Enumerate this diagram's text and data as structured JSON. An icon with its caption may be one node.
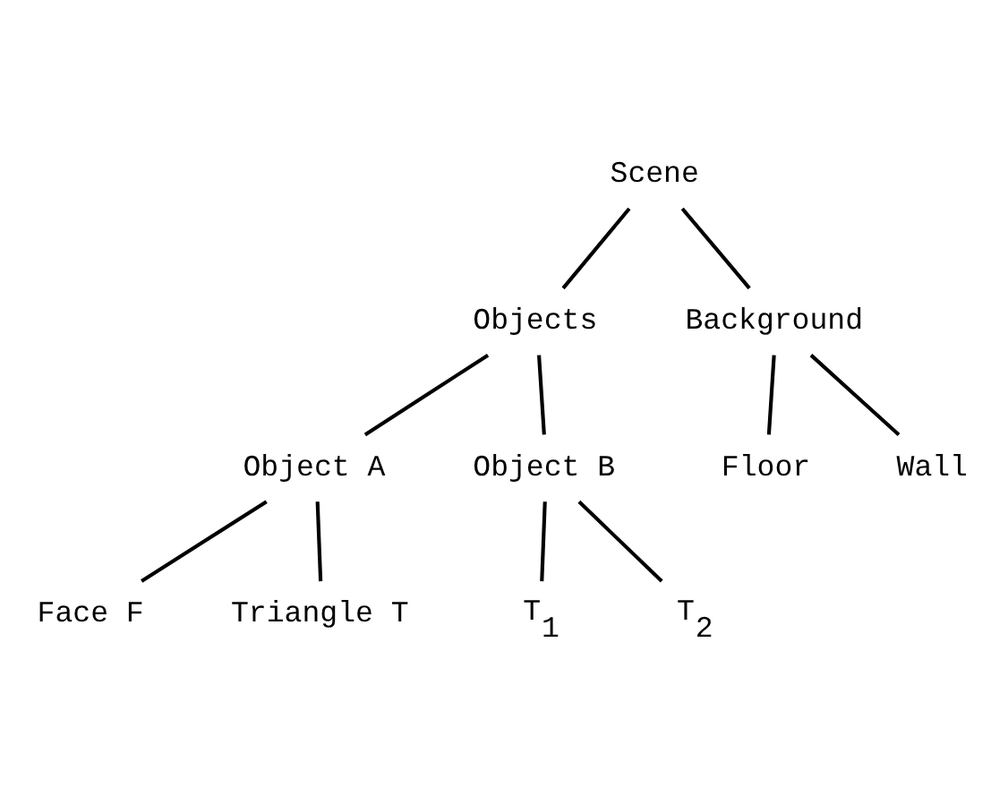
{
  "diagram": {
    "nodes": [
      {
        "text": [
          "Scene"
        ]
      },
      {
        "text": [
          "Objects"
        ]
      },
      {
        "text": [
          "Background"
        ]
      },
      {
        "text": [
          "Object A"
        ]
      },
      {
        "text": [
          "Object B"
        ]
      },
      {
        "text": [
          "Floor"
        ]
      },
      {
        "text": [
          "Wall"
        ]
      },
      {
        "text": [
          "Face F"
        ]
      },
      {
        "text": [
          "Triangle T"
        ]
      },
      {
        "text": [
          "T$_{1}$"
        ]
      },
      {
        "text": [
          "T$_{2}$"
        ]
      }
    ],
    "edges": [
      {
        "from": 0,
        "to": 1,
        "arrow": "none"
      },
      {
        "from": 0,
        "to": 2,
        "arrow": "none"
      },
      {
        "from": 1,
        "to": 3,
        "arrow": "none"
      },
      {
        "from": 1,
        "to": 4,
        "arrow": "none"
      },
      {
        "from": 2,
        "to": 5,
        "arrow": "none"
      },
      {
        "from": 2,
        "to": 6,
        "arrow": "none"
      },
      {
        "from": 3,
        "to": 7,
        "arrow": "none"
      },
      {
        "from": 3,
        "to": 8,
        "arrow": "none"
      },
      {
        "from": 4,
        "to": 9,
        "arrow": "none"
      },
      {
        "from": 4,
        "to": 10,
        "arrow": "none"
      }
    ]
  }
}
